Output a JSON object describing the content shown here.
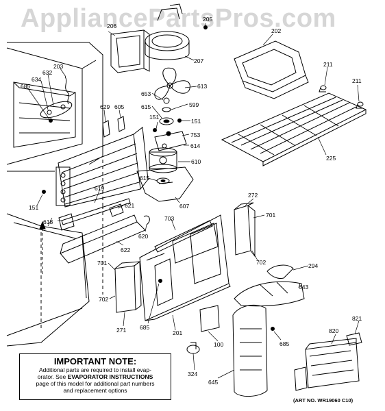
{
  "watermark": "AppliancePartsPros.com",
  "important_note": {
    "title": "IMPORTANT NOTE:",
    "line1": "Additional parts are required to install evap-",
    "line2_pre": "orator.  See ",
    "line2_bold": "EVAPORATOR INSTRUCTIONS",
    "line3": "page of this model for additional part numbers",
    "line4": "and replacement options"
  },
  "art_no": "(ART NO. WR19060 C10)",
  "part_labels": {
    "p206": "206",
    "p205": "205",
    "p202": "202",
    "p207": "207",
    "p203": "203",
    "p632": "632",
    "p634": "634",
    "p685a": "685",
    "p613": "613",
    "p653": "653",
    "p599": "599",
    "p615a": "615",
    "p629": "629",
    "p605": "605",
    "p151a": "151",
    "p151b": "151",
    "p753": "753",
    "p614": "614",
    "p211a": "211",
    "p211b": "211",
    "p225": "225",
    "p610": "610",
    "p615b": "615",
    "p619": "619",
    "p151c": "151",
    "p621": "621",
    "p607": "607",
    "p618": "618",
    "p620": "620",
    "p703": "703",
    "p272": "272",
    "p701a": "701",
    "p622": "622",
    "p702a": "702",
    "p294": "294",
    "p701b": "701",
    "p643": "643",
    "p702b": "702",
    "p271": "271",
    "p685b": "685",
    "p201": "201",
    "p100": "100",
    "p685c": "685",
    "p821": "821",
    "p820": "820",
    "p324": "324",
    "p645": "645"
  }
}
